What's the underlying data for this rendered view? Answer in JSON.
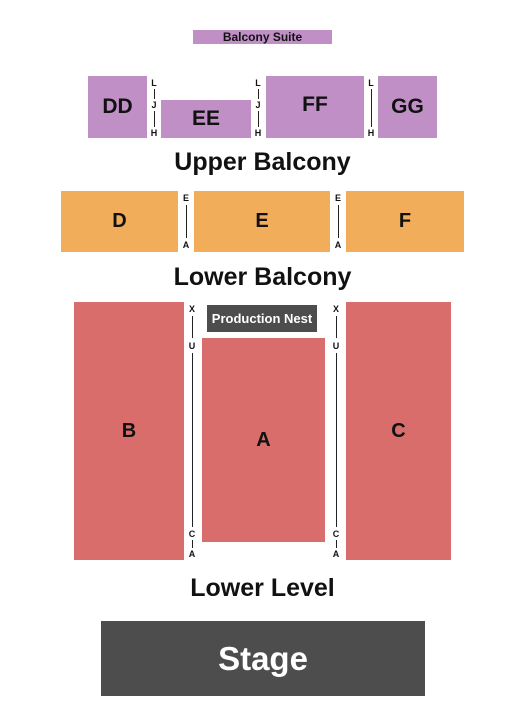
{
  "colors": {
    "balcony_suite": "#bf8fc6",
    "upper_balcony": "#bf8fc6",
    "lower_balcony": "#f1ad5a",
    "lower_level": "#d96d6b",
    "production_nest": "#4d4d4d",
    "stage": "#4d4d4d"
  },
  "balcony_suite": {
    "label": "Balcony Suite"
  },
  "upper_balcony": {
    "title": "Upper Balcony",
    "sections": {
      "dd": "DD",
      "ee": "EE",
      "ff": "FF",
      "gg": "GG"
    },
    "rows": {
      "l": "L",
      "j": "J",
      "h": "H"
    }
  },
  "lower_balcony": {
    "title": "Lower Balcony",
    "sections": {
      "d": "D",
      "e": "E",
      "f": "F"
    },
    "rows": {
      "e": "E",
      "a": "A"
    }
  },
  "lower_level": {
    "title": "Lower Level",
    "sections": {
      "a": "A",
      "b": "B",
      "c": "C"
    },
    "production_nest": "Production Nest",
    "rows": {
      "x": "X",
      "u": "U",
      "c": "C",
      "a": "A"
    }
  },
  "stage": {
    "label": "Stage"
  }
}
